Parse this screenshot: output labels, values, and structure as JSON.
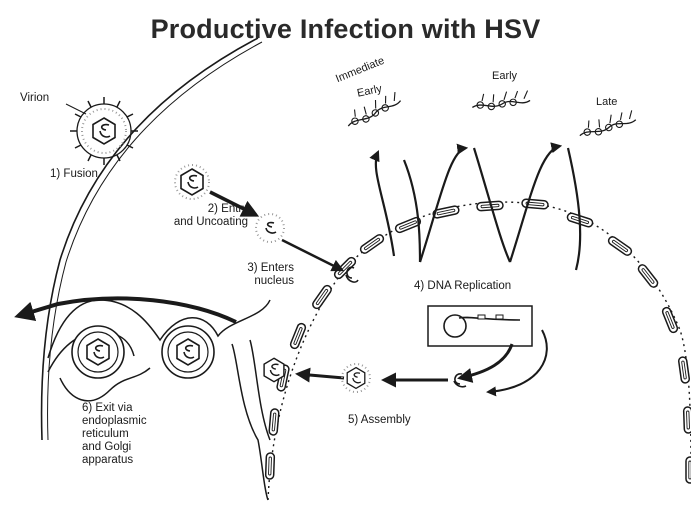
{
  "title": "Productive Infection with HSV",
  "labels": {
    "virion": "Virion",
    "fusion": "1) Fusion",
    "entry_line1": "2) Entry",
    "entry_line2": "and Uncoating",
    "enters_line1": "3) Enters",
    "enters_line2": "nucleus",
    "dna_replication": "4) DNA Replication",
    "assembly": "5) Assembly",
    "exit_line1": "6) Exit via",
    "exit_line2": "endoplasmic",
    "exit_line3": "reticulum",
    "exit_line4": "and Golgi",
    "exit_line5": "apparatus"
  },
  "phases": {
    "immediate_early_line1": "Immediate",
    "immediate_early_line2": "Early",
    "early": "Early",
    "late": "Late"
  },
  "colors": {
    "ink": "#1a1a1a",
    "background": "#ffffff",
    "speckle": "#9a9a9a"
  }
}
